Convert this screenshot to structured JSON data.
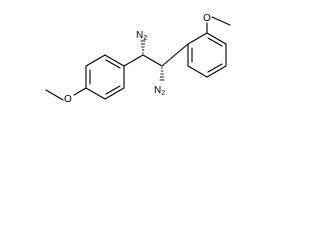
{
  "molecule": {
    "atoms": {
      "amine_top": {
        "element": "N",
        "hydrogens": "2"
      },
      "amine_bottom": {
        "element": "N",
        "hydrogens": "2"
      },
      "methoxy_left": {
        "label": "O"
      },
      "methoxy_right": {
        "label": "O"
      }
    }
  }
}
